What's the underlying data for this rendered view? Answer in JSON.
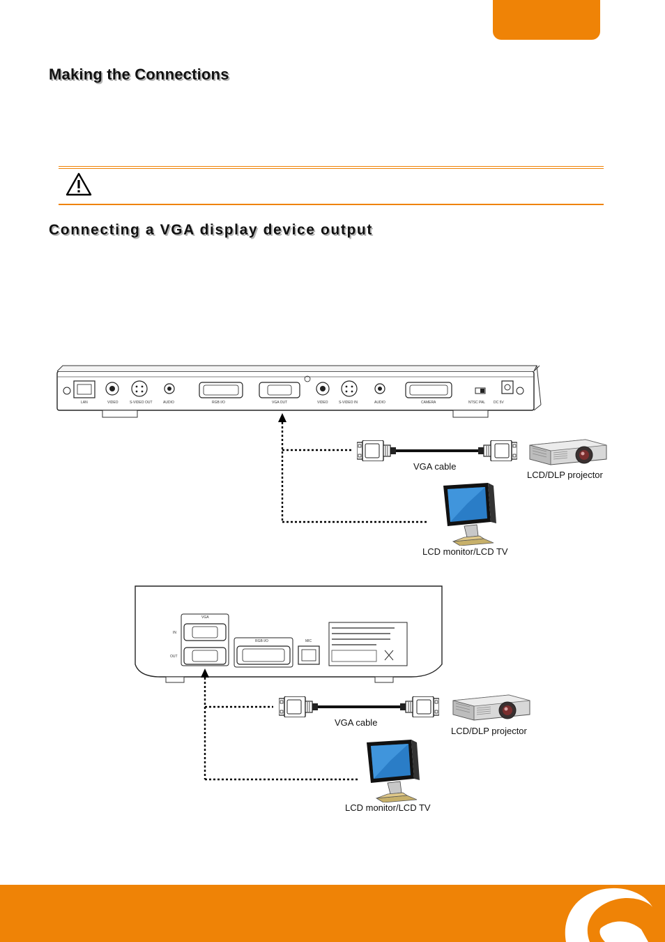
{
  "header": {
    "tab_color": "#ef8306"
  },
  "section": {
    "title": "Making the Connections"
  },
  "caution": {
    "icon": "warning-triangle-icon"
  },
  "subsection": {
    "title": "Connecting a VGA display device output"
  },
  "diagram1": {
    "cable_label": "VGA cable",
    "projector_label": "LCD/DLP projector",
    "monitor_label": "LCD monitor/LCD TV"
  },
  "diagram2": {
    "cable_label": "VGA cable",
    "projector_label": "LCD/DLP projector",
    "monitor_label": "LCD monitor/LCD TV"
  },
  "footer": {
    "color": "#ef8306",
    "logo": "swoosh-logo-icon"
  }
}
